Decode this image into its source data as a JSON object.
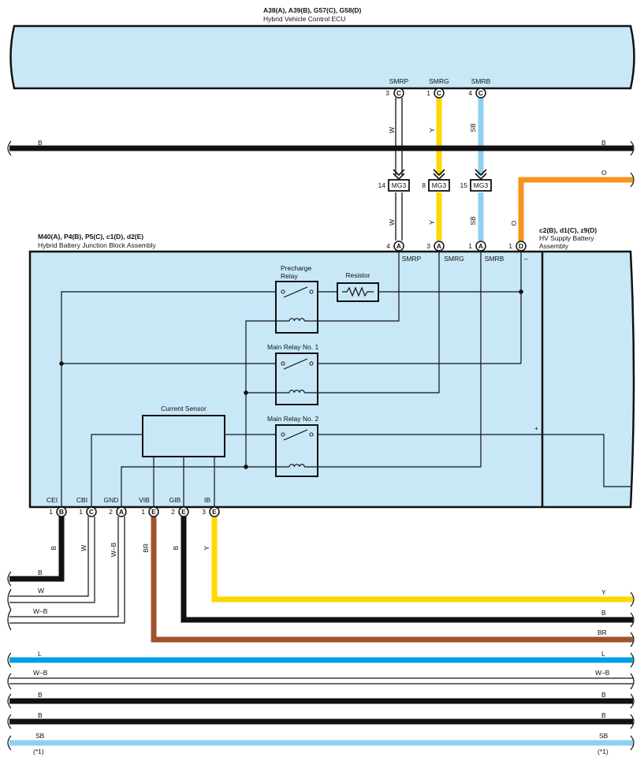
{
  "ecu": {
    "code": "A38(A), A39(B), G57(C), G58(D)",
    "name": "Hybrid Vehicle Control ECU",
    "terminals": [
      {
        "pin": "3",
        "conn": "C",
        "label": "SMRP"
      },
      {
        "pin": "1",
        "conn": "C",
        "label": "SMRG"
      },
      {
        "pin": "4",
        "conn": "C",
        "label": "SMRB"
      }
    ]
  },
  "junction_block": {
    "code": "M40(A), P4(B), P5(C), c1(D), d2(E)",
    "name": "Hybrid Battery Junction Block Assembly",
    "top_terminals": [
      {
        "pin": "4",
        "conn": "A",
        "label": "SMRP"
      },
      {
        "pin": "3",
        "conn": "A",
        "label": "SMRG"
      },
      {
        "pin": "1",
        "conn": "A",
        "label": "SMRB"
      },
      {
        "pin": "1",
        "conn": "D",
        "label": "–"
      }
    ],
    "bottom_terminals": [
      {
        "pin": "1",
        "conn": "B",
        "label": "CEI"
      },
      {
        "pin": "1",
        "conn": "C",
        "label": "CBI"
      },
      {
        "pin": "2",
        "conn": "A",
        "label": "GND"
      },
      {
        "pin": "1",
        "conn": "E",
        "label": "VIB"
      },
      {
        "pin": "2",
        "conn": "E",
        "label": "GIB"
      },
      {
        "pin": "3",
        "conn": "E",
        "label": "IB"
      }
    ],
    "components": {
      "precharge_relay": "Precharge\nRelay",
      "precharge_relay_l1": "Precharge",
      "precharge_relay_l2": "Relay",
      "resistor": "Resistor",
      "main_relay_1": "Main Relay No.  1",
      "main_relay_2": "Main Relay No.  2",
      "current_sensor": "Current Sensor",
      "plus": "+"
    }
  },
  "hv_battery": {
    "code": "c2(B), d1(C), z9(D)",
    "name_l1": "HV Supply Battery",
    "name_l2": "Assembly"
  },
  "junction_connectors": [
    {
      "pin": "14",
      "name": "MG3"
    },
    {
      "pin": "8",
      "name": "MG3"
    },
    {
      "pin": "15",
      "name": "MG3"
    }
  ],
  "wire_colors": {
    "top_smrp": "W",
    "top_smrg": "Y",
    "top_smrb": "SB",
    "mid_smrp": "W",
    "mid_smrg": "Y",
    "mid_smrb": "SB",
    "orange": "O",
    "orange_vertical": "O",
    "bus_b_left": "B",
    "bus_b_right": "B",
    "cei": "B",
    "cbi": "W",
    "gnd": "W–B",
    "vib": "BR",
    "gib": "B",
    "ib": "Y"
  },
  "left_wires": [
    {
      "label": "B",
      "color": "#111111"
    },
    {
      "label": "W",
      "color": "#ffffff"
    },
    {
      "label": "W–B",
      "color": "#ffffff"
    }
  ],
  "right_wires": [
    {
      "label": "Y",
      "color": "#ffd700"
    },
    {
      "label": "B",
      "color": "#111111"
    },
    {
      "label": "BR",
      "color": "#a0522d"
    }
  ],
  "buses": [
    {
      "left": "L",
      "right": "L",
      "color": "#00a0e0"
    },
    {
      "left": "W–B",
      "right": "W–B",
      "color": "#ffffff"
    },
    {
      "left": "B",
      "right": "B",
      "color": "#111111"
    },
    {
      "left": "B",
      "right": "B",
      "color": "#111111"
    },
    {
      "left": "SB",
      "right": "SB",
      "color": "#8fd0f0"
    }
  ],
  "footnote_left": "(*1)",
  "footnote_right": "(*1)",
  "colors": {
    "panel": "#c8e8f8",
    "yellow": "#ffd700",
    "sky_blue": "#8fd0f0",
    "orange": "#f7941d",
    "brown": "#a0522d",
    "black": "#111111",
    "light_blue": "#00a0e0"
  }
}
